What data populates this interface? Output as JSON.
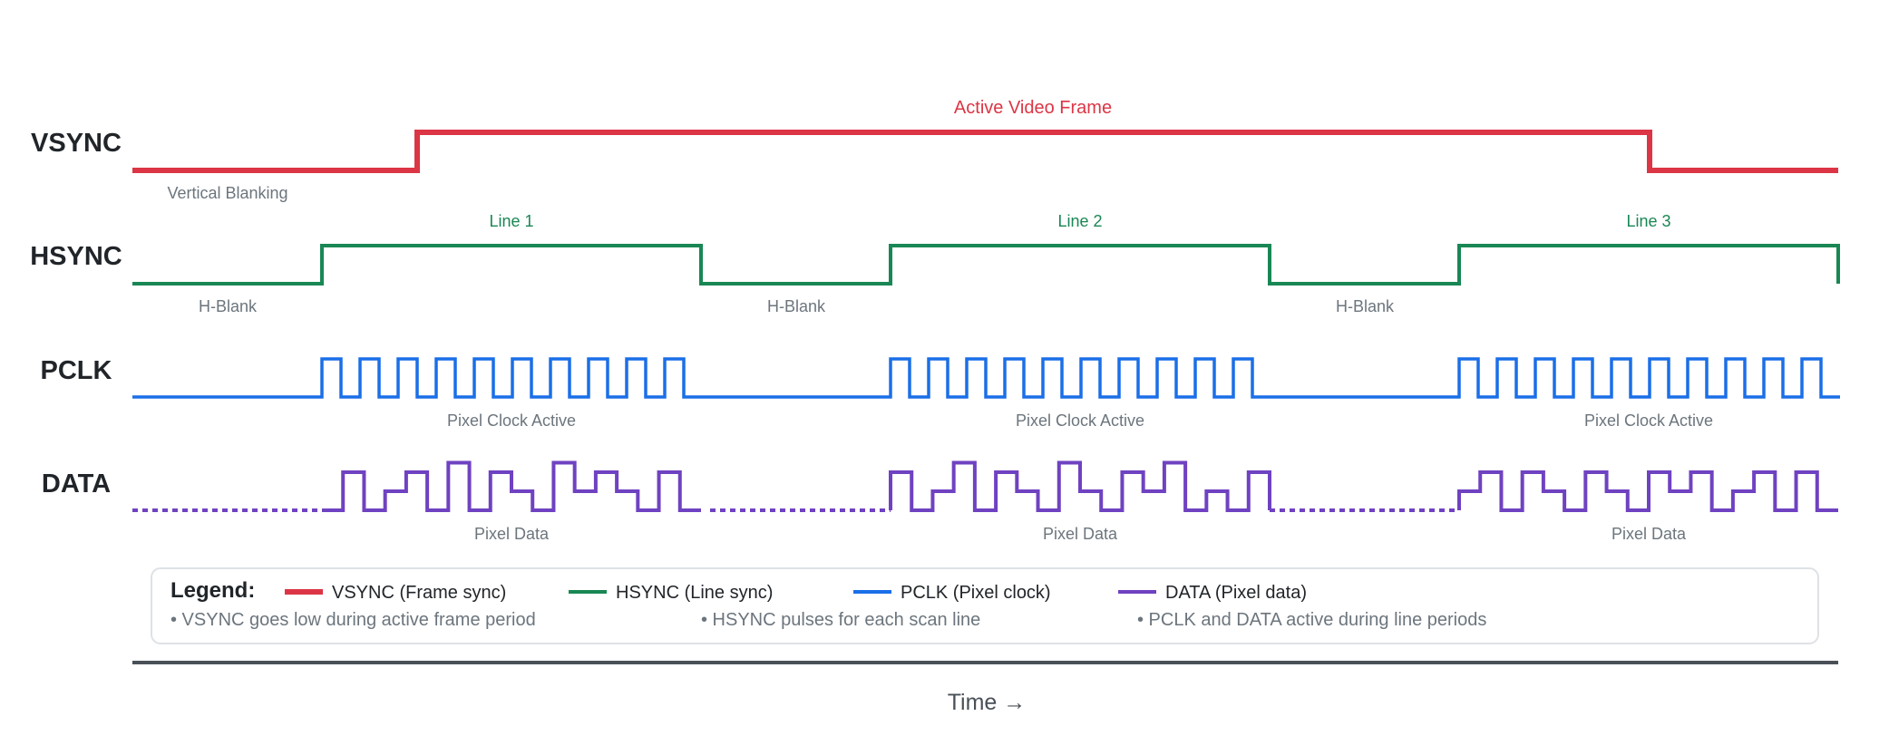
{
  "signals": [
    {
      "key": "vsync",
      "name": "VSYNC",
      "color": "#dc3545"
    },
    {
      "key": "hsync",
      "name": "HSYNC",
      "color": "#198754"
    },
    {
      "key": "pclk",
      "name": "PCLK",
      "color": "#1a6fe8"
    },
    {
      "key": "data",
      "name": "DATA",
      "color": "#6f42c1"
    }
  ],
  "annotations": {
    "vsync_active": "Active Video Frame",
    "vsync_blank": "Vertical Blanking",
    "lines": [
      "Line 1",
      "Line 2",
      "Line 3"
    ],
    "h_blank": [
      "H-Blank",
      "H-Blank",
      "H-Blank"
    ],
    "pclk_labels": [
      "Pixel Clock Active",
      "Pixel Clock Active",
      "Pixel Clock Active"
    ],
    "data_labels": [
      "Pixel Data",
      "Pixel Data",
      "Pixel Data"
    ]
  },
  "legend": {
    "title": "Legend:",
    "items": [
      {
        "label": "VSYNC (Frame sync)",
        "color": "#dc3545"
      },
      {
        "label": "HSYNC (Line sync)",
        "color": "#198754"
      },
      {
        "label": "PCLK (Pixel clock)",
        "color": "#1a6fe8"
      },
      {
        "label": "DATA (Pixel data)",
        "color": "#6f42c1"
      }
    ],
    "notes": [
      "• VSYNC goes low during active frame period",
      "• HSYNC pulses for each scan line",
      "• PCLK and DATA active during line periods"
    ]
  },
  "axis": {
    "label": "Time →"
  },
  "colors": {
    "label_gray": "#6c757d",
    "axis": "#495057",
    "legend_border": "#dee2e6",
    "text": "#212529"
  }
}
